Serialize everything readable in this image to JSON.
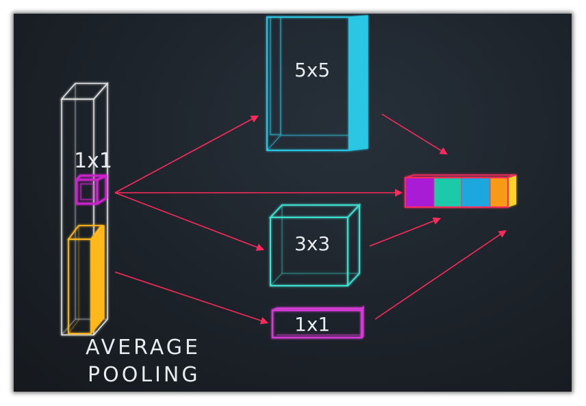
{
  "labels": {
    "top_block": "5x5",
    "middle_block": "3x3",
    "bottom_block": "1x1",
    "inner_block": "1x1",
    "pooling_line1": "AVERAGE",
    "pooling_line2": "POOLING"
  },
  "colors": {
    "background": "#1c2229",
    "input_volume": "#e6e6e6",
    "inner_1x1": "#cc22cc",
    "pooling_volume": "#ffb81c",
    "conv_5x5": "#29c6e3",
    "conv_3x3": "#3fe0d0",
    "conv_1x1": "#d43ad4",
    "arrow": "#ff2a5c",
    "output_segments": [
      "#a81ad6",
      "#1ec9a9",
      "#1aa7df",
      "#f79a12",
      "#ffd12a"
    ]
  }
}
